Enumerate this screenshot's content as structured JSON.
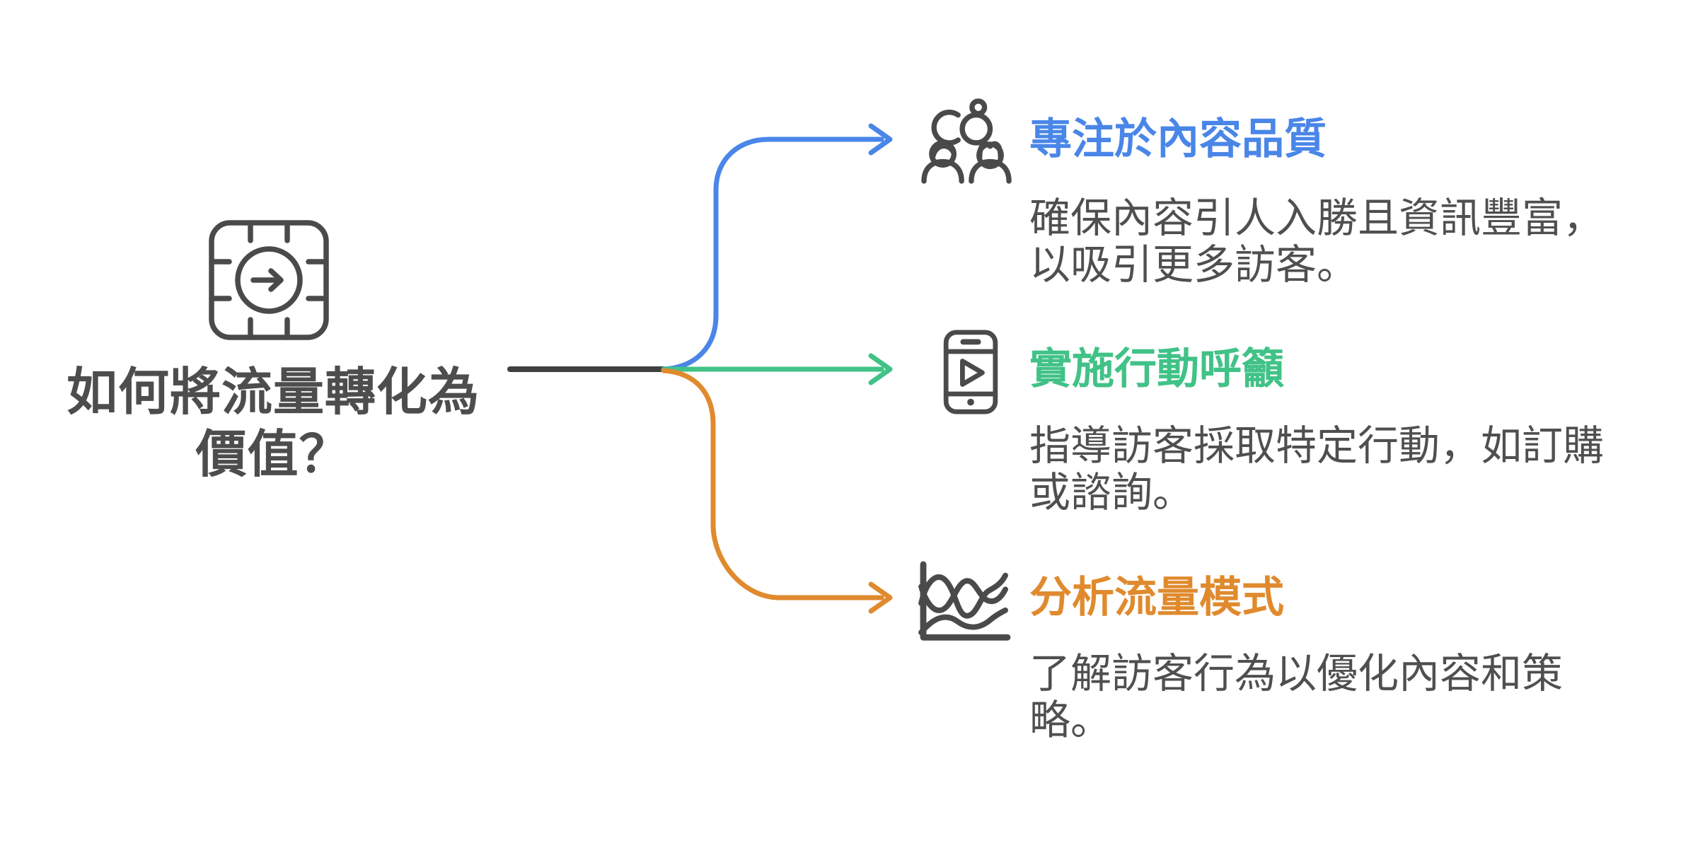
{
  "palette": {
    "background": "#ffffff",
    "trunk": "#3f4040",
    "icon": "#4a4a4a",
    "title_text": "#4d4d4d",
    "body_text": "#4f4f4f"
  },
  "center": {
    "icon": "chip-arrow-icon",
    "title_lines": [
      "如何將流量轉化為",
      "價值？"
    ]
  },
  "branches": [
    {
      "key": "content-quality",
      "color": "#4a86e8",
      "icon": "people-conversation-icon",
      "title": "專注於內容品質",
      "desc_lines": [
        "確保內容引人入勝且資訊豐富，",
        "以吸引更多訪客。"
      ]
    },
    {
      "key": "call-to-action",
      "color": "#41c287",
      "icon": "smartphone-play-icon",
      "title": "實施行動呼籲",
      "desc_lines": [
        "指導訪客採取特定行動，如訂購",
        "或諮詢。"
      ]
    },
    {
      "key": "traffic-patterns",
      "color": "#e08a2e",
      "icon": "line-chart-icon",
      "title": "分析流量模式",
      "desc_lines": [
        "了解訪客行為以優化內容和策",
        "略。"
      ]
    }
  ]
}
